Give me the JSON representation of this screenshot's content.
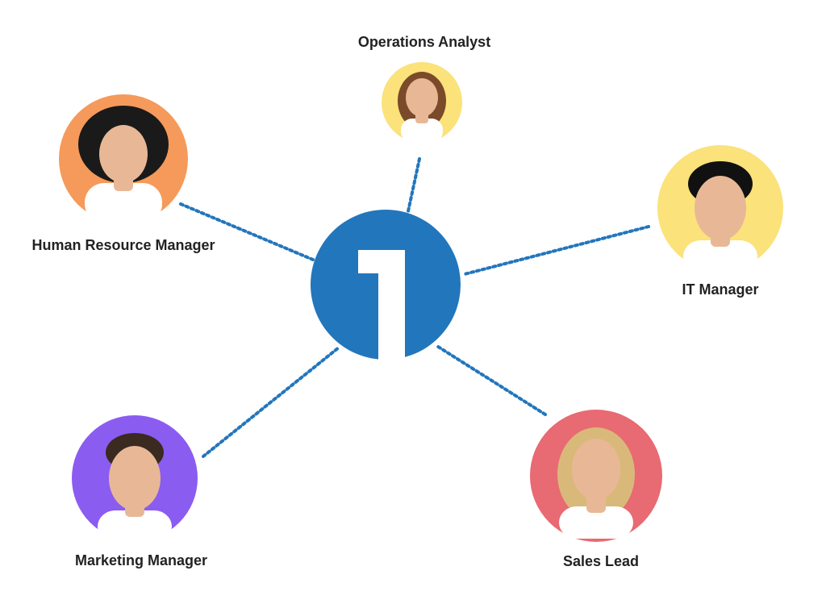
{
  "colors": {
    "hub_blue": "#2276BC",
    "connector_blue": "#2276BC",
    "background": "#FFFFFF",
    "label_text": "#222222",
    "skin": "#E8B896",
    "shirt": "#FFFFFF"
  },
  "hub": {
    "icon": "logo-numeral-one-icon"
  },
  "nodes": [
    {
      "id": "operations-analyst",
      "label": "Operations Analyst",
      "avatar_color": "#FBE27A",
      "hair_color": "#7A4A2A",
      "icon": "person-avatar-icon"
    },
    {
      "id": "human-resource-manager",
      "label": "Human Resource Manager",
      "avatar_color": "#F59A5A",
      "hair_color": "#1A1A1A",
      "icon": "person-avatar-icon"
    },
    {
      "id": "it-manager",
      "label": "IT Manager",
      "avatar_color": "#FBE27A",
      "hair_color": "#111111",
      "icon": "person-avatar-icon"
    },
    {
      "id": "marketing-manager",
      "label": "Marketing Manager",
      "avatar_color": "#8B5CF0",
      "hair_color": "#3A2A20",
      "icon": "person-avatar-icon"
    },
    {
      "id": "sales-lead",
      "label": "Sales Lead",
      "avatar_color": "#E86A72",
      "hair_color": "#D9B97A",
      "icon": "person-avatar-icon"
    }
  ]
}
